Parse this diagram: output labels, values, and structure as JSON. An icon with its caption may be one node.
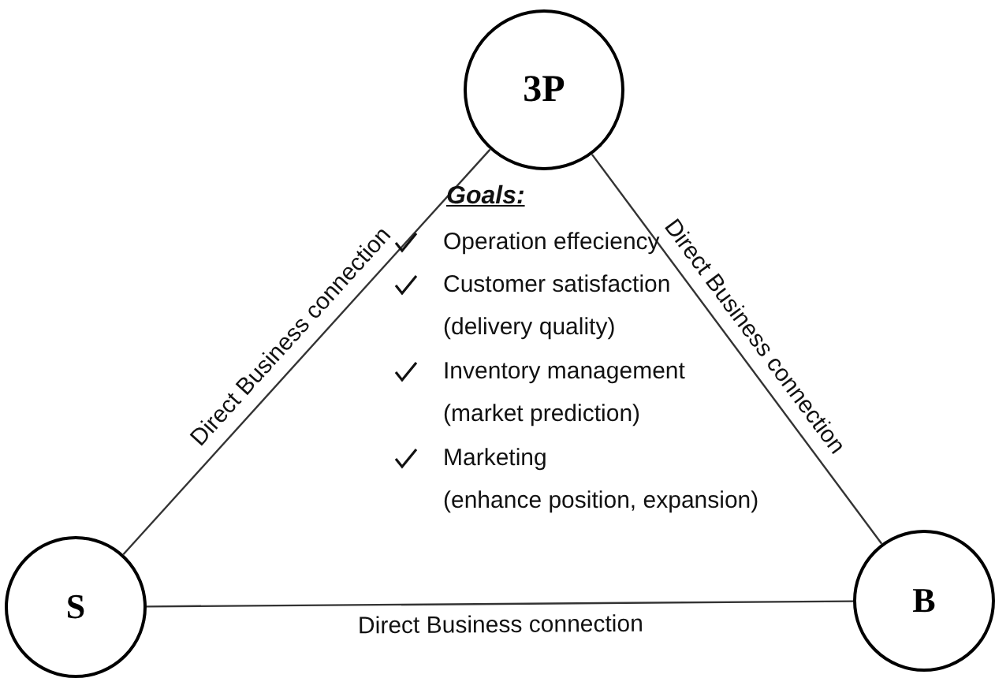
{
  "diagram": {
    "nodes": [
      {
        "text": [
          "3P"
        ]
      },
      {
        "text": [
          "S"
        ]
      },
      {
        "text": [
          "B"
        ]
      }
    ],
    "edges": [
      {
        "from": 1,
        "to": 0,
        "arrow": "none",
        "label": "Direct Business connection"
      },
      {
        "from": 0,
        "to": 2,
        "arrow": "none",
        "label": "Direct Business connection"
      },
      {
        "from": 1,
        "to": 2,
        "arrow": "none",
        "label": "Direct Business connection"
      }
    ],
    "labels": [
      "Goals:",
      "Operation effeciency",
      "Customer satisfaction",
      "(delivery quality)",
      "Inventory management",
      "(market prediction)",
      "Marketing",
      "(enhance position, expansion)"
    ]
  }
}
